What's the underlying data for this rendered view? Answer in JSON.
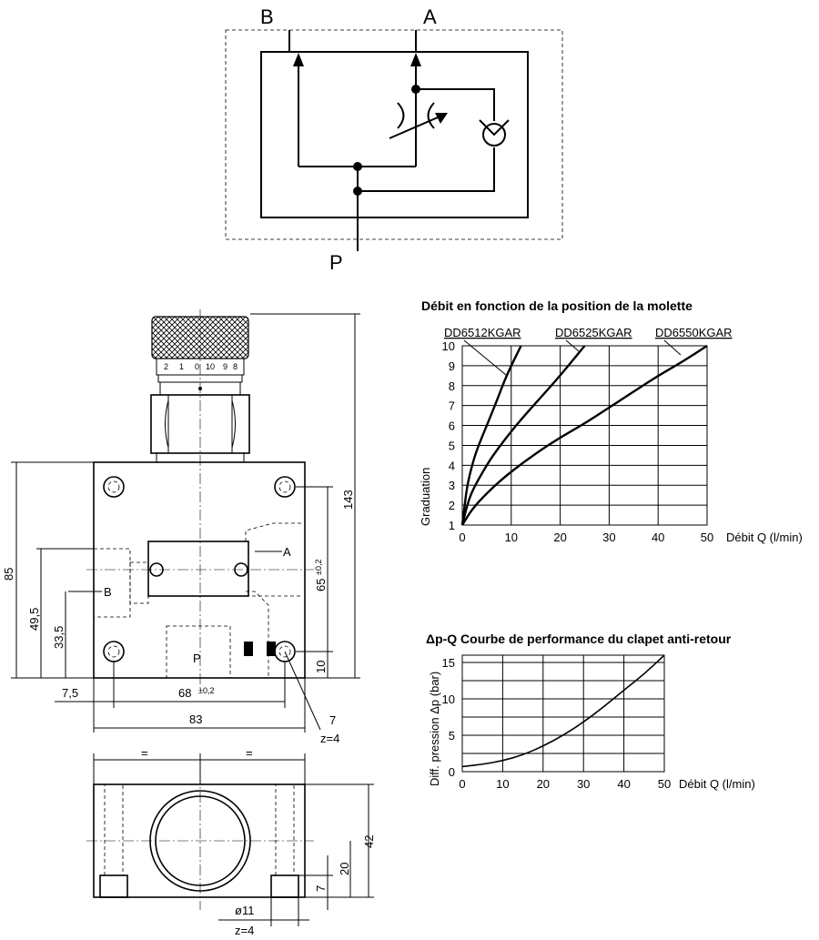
{
  "schematic": {
    "port_b": "B",
    "port_a": "A",
    "port_p": "P"
  },
  "drawing": {
    "knob_scale": [
      "2",
      "1",
      "0",
      "10",
      "9",
      "8"
    ],
    "ports": {
      "a": "A",
      "b": "B",
      "p": "P"
    },
    "dims": {
      "d143": "143",
      "d85": "85",
      "d65": "65",
      "d65_tol": "±0,2",
      "d49_5": "49,5",
      "d33_5": "33,5",
      "d10": "10",
      "d7_5": "7,5",
      "d68": "68",
      "d68_tol": "±0,2",
      "d83": "83",
      "d7": "7",
      "z4_top": "z=4",
      "eq1": "=",
      "eq2": "=",
      "d42": "42",
      "d20": "20",
      "d7b": "7",
      "d11": "ø11",
      "z4_bottom": "z=4"
    }
  },
  "chart_data": [
    {
      "type": "line",
      "title": "Débit en fonction de la position de la molette",
      "xlabel": "Débit Q (l/min)",
      "ylabel": "Graduation",
      "xlim": [
        0,
        50
      ],
      "ylim": [
        1,
        10
      ],
      "xticks": [
        "0",
        "10",
        "20",
        "30",
        "40",
        "50"
      ],
      "yticks": [
        "1",
        "2",
        "3",
        "4",
        "5",
        "6",
        "7",
        "8",
        "9",
        "10"
      ],
      "grid": true,
      "series": [
        {
          "name": "DD6512KGAR",
          "x": [
            0,
            0.5,
            1,
            2,
            3,
            5,
            7,
            9,
            12
          ],
          "y": [
            1,
            2,
            3,
            4,
            4.8,
            6,
            7.2,
            8.5,
            10
          ]
        },
        {
          "name": "DD6525KGAR",
          "x": [
            0,
            1,
            2,
            4,
            6,
            9,
            12,
            16,
            20,
            25
          ],
          "y": [
            1,
            2,
            2.7,
            3.6,
            4.4,
            5.4,
            6.3,
            7.4,
            8.5,
            10
          ]
        },
        {
          "name": "DD6550KGAR",
          "x": [
            0,
            2,
            5,
            9,
            15,
            20,
            25,
            30,
            35,
            40,
            45,
            50
          ],
          "y": [
            1,
            1.8,
            2.6,
            3.5,
            4.6,
            5.4,
            6.1,
            6.9,
            7.7,
            8.5,
            9.2,
            10
          ]
        }
      ]
    },
    {
      "type": "line",
      "title": "Δp-Q Courbe de performance du clapet anti-retour",
      "xlabel": "Débit Q (l/min)",
      "ylabel": "Diff. pression Δp (bar)",
      "xlim": [
        0,
        50
      ],
      "ylim": [
        0,
        16
      ],
      "xticks": [
        "0",
        "10",
        "20",
        "30",
        "40",
        "50"
      ],
      "yticks": [
        "0",
        "5",
        "10",
        "15"
      ],
      "grid": true,
      "series": [
        {
          "name": "clapet anti-retour",
          "x": [
            0,
            5,
            10,
            15,
            20,
            25,
            30,
            35,
            40,
            45,
            50
          ],
          "y": [
            0.7,
            1,
            1.5,
            2.3,
            3.5,
            5,
            6.8,
            8.9,
            11.2,
            13.4,
            16
          ]
        }
      ]
    }
  ]
}
